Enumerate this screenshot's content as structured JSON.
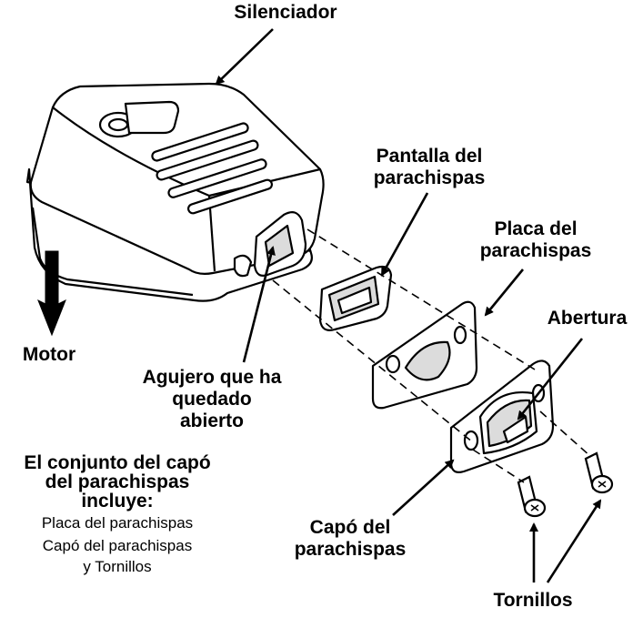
{
  "labels": {
    "muffler": "Silenciador",
    "screen_l1": "Pantalla del",
    "screen_l2": "parachispas",
    "plate_l1": "Placa del",
    "plate_l2": "parachispas",
    "opening": "Abertura",
    "engine": "Motor",
    "hole_l1": "Agujero que ha",
    "hole_l2": "quedado",
    "hole_l3": "abierto",
    "cover_l1": "Capó del",
    "cover_l2": "parachispas",
    "screws": "Tornillos"
  },
  "kit_note": {
    "heading_l1": "El conjunto del capó",
    "heading_l2": "del parachispas",
    "heading_l3": "incluye:",
    "item1": "Placa del parachispas",
    "item2": "Capó del parachispas",
    "item3": "y Tornillos"
  },
  "colors": {
    "ink": "#000000",
    "paper": "#ffffff",
    "shade": "#dcdcdc"
  }
}
